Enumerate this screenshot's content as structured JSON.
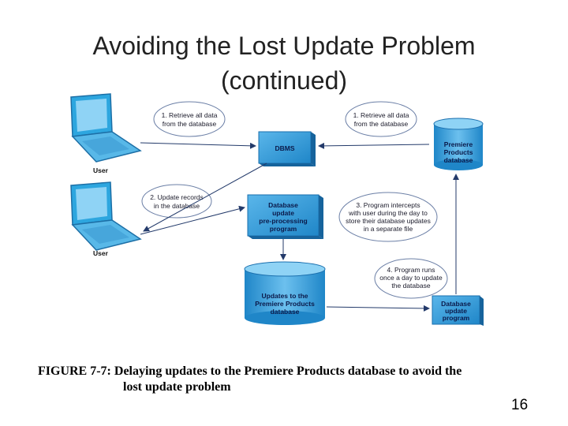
{
  "slide": {
    "title_line1": "Avoiding the Lost Update Problem",
    "title_line2": "(continued)",
    "caption_line1": "FIGURE 7-7: Delaying updates to the Premiere Products database to avoid the",
    "caption_line2": "lost update problem",
    "page_number": "16"
  },
  "diagram": {
    "users": [
      "User",
      "User"
    ],
    "dbms": "DBMS",
    "premiere_db": [
      "Premiere",
      "Products",
      "database"
    ],
    "preprocessing": [
      "Database",
      "update",
      "pre-processing",
      "program"
    ],
    "updates_db": [
      "Updates to the",
      "Premiere Products",
      "database"
    ],
    "update_program": [
      "Database",
      "update",
      "program"
    ],
    "bubble1": [
      "1. Retrieve all data",
      "from the database"
    ],
    "bubble1b": [
      "1. Retrieve all data",
      "from the database"
    ],
    "bubble2": [
      "2. Update records",
      "in the database"
    ],
    "bubble3": [
      "3. Program intercepts",
      "with user during the day to",
      "store their database updates",
      "in a separate file"
    ],
    "bubble4": [
      "4. Program runs",
      "once a day to update",
      "the database"
    ]
  },
  "colors": {
    "box_fill": "#2f9bd9",
    "box_dark": "#1a6fae",
    "text_dark": "#0b1a4a",
    "laptop": "#27a2dc",
    "arrow": "#233a6a"
  }
}
